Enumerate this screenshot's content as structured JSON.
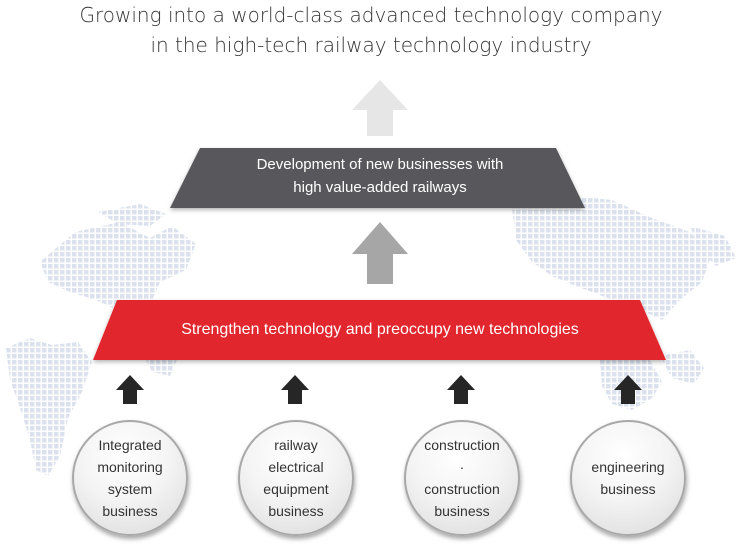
{
  "headline": {
    "line1": "Growing into a world-class advanced technology company",
    "line2": "in the high-tech railway technology industry"
  },
  "upper_band": {
    "line1": "Development of new businesses with",
    "line2": "high value-added railways",
    "color": "#58595b"
  },
  "lower_band": {
    "label": "Strengthen technology and preoccupy new technologies",
    "color": "#e1262d"
  },
  "arrow_colors": {
    "top": "#e6e6e6",
    "middle": "#a6a6a6",
    "bottom": "#262626"
  },
  "businesses": [
    {
      "lines": [
        "Integrated",
        "monitoring",
        "system",
        "business"
      ]
    },
    {
      "lines": [
        "railway",
        "electrical",
        "equipment",
        "business"
      ]
    },
    {
      "lines": [
        "construction",
        "·",
        "construction",
        "business"
      ]
    },
    {
      "lines": [
        "engineering",
        "business"
      ]
    }
  ],
  "map_color": "#dbe2ee"
}
